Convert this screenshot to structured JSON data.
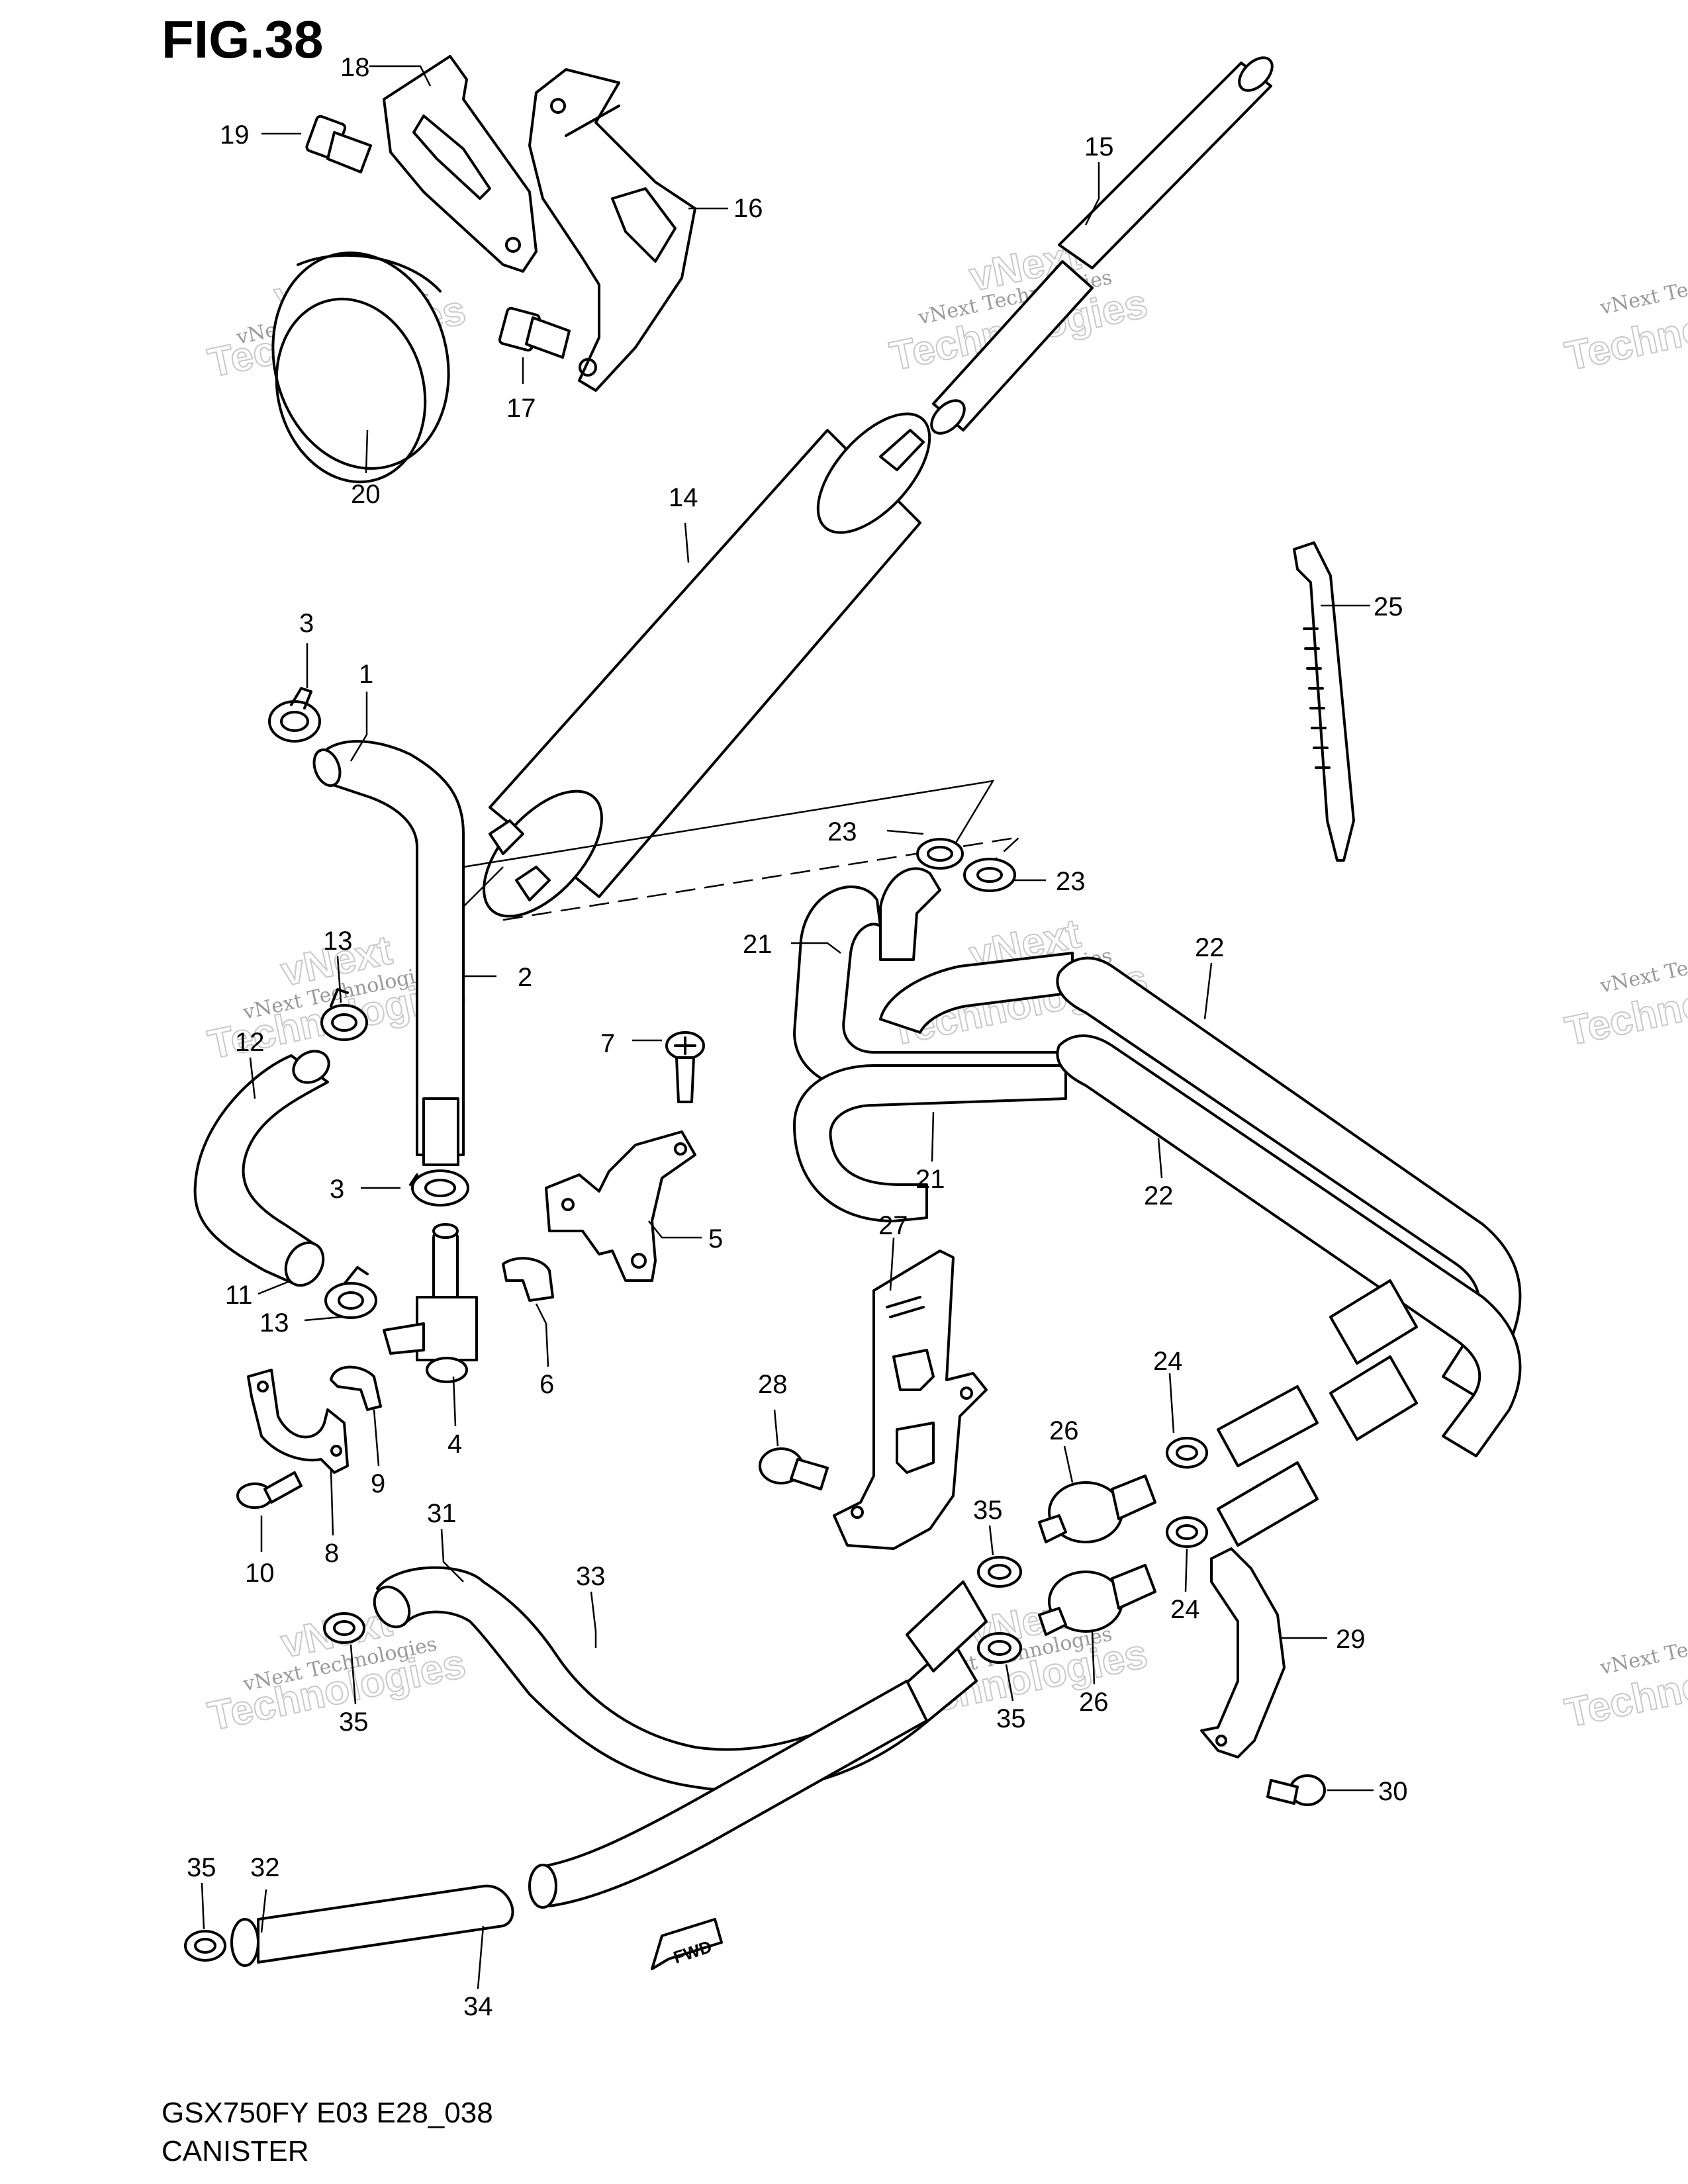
{
  "figure_title": "FIG.38",
  "model_code": "GSX750FY E03 E28_038",
  "section_name": "CANISTER",
  "fwd_mark": "FWD",
  "watermark": {
    "line1": "vNext Technologies",
    "line2": "vNext",
    "line3": "Technologies"
  },
  "callouts": {
    "c1": "1",
    "c2": "2",
    "c3a": "3",
    "c3b": "3",
    "c4": "4",
    "c5": "5",
    "c6": "6",
    "c7": "7",
    "c8": "8",
    "c9": "9",
    "c10": "10",
    "c11": "11",
    "c12": "12",
    "c13a": "13",
    "c13b": "13",
    "c14": "14",
    "c15": "15",
    "c16": "16",
    "c17": "17",
    "c18": "18",
    "c19": "19",
    "c20": "20",
    "c21a": "21",
    "c21b": "21",
    "c22a": "22",
    "c22b": "22",
    "c23a": "23",
    "c23b": "23",
    "c24a": "24",
    "c24b": "24",
    "c25": "25",
    "c26a": "26",
    "c26b": "26",
    "c27": "27",
    "c28": "28",
    "c29": "29",
    "c30": "30",
    "c31": "31",
    "c32": "32",
    "c33": "33",
    "c34": "34",
    "c35a": "35",
    "c35b": "35",
    "c35c": "35",
    "c35d": "35"
  }
}
